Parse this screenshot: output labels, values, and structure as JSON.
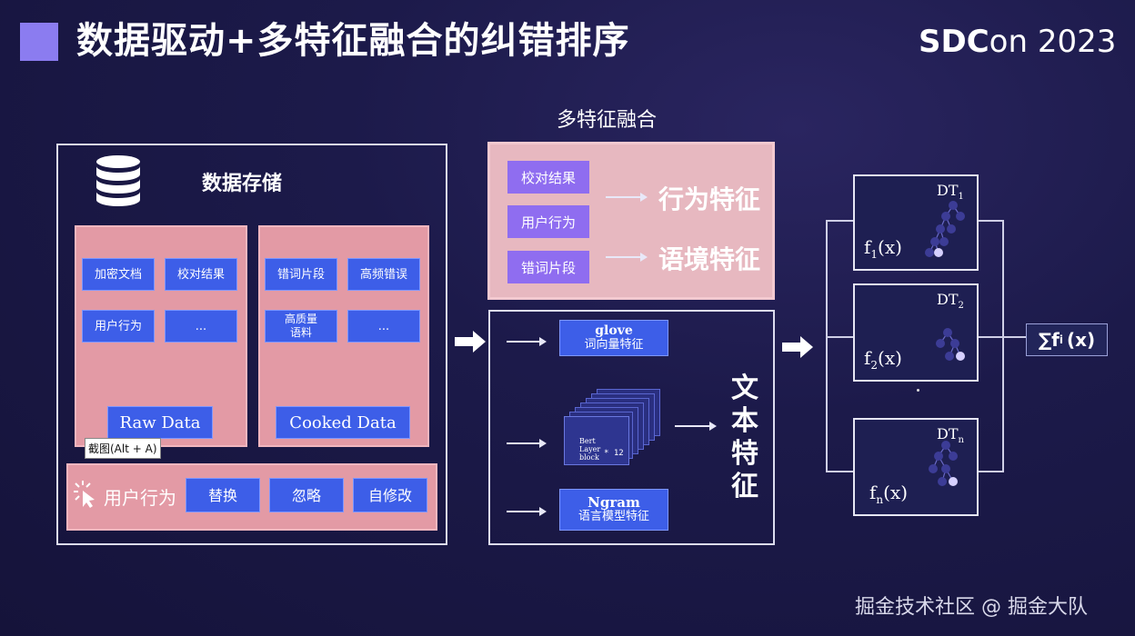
{
  "header": {
    "title": "数据驱动+多特征融合的纠错排序",
    "conference_bold": "SDC",
    "conference_rest": "on 2023"
  },
  "storage": {
    "title": "数据存储",
    "raw": {
      "items": [
        "加密文档",
        "校对结果",
        "用户行为",
        "..."
      ],
      "label": "Raw Data"
    },
    "cooked": {
      "items": [
        "错词片段",
        "高频错误",
        "高质量\n语料",
        "..."
      ],
      "label": "Cooked Data"
    },
    "tooltip": "截图(Alt + A)",
    "behavior": {
      "label": "用户行为",
      "actions": [
        "替换",
        "忽略",
        "自修改"
      ]
    }
  },
  "fusion": {
    "title": "多特征融合",
    "sources": [
      "校对结果",
      "用户行为",
      "错词片段"
    ],
    "features": [
      "行为特征",
      "语境特征"
    ]
  },
  "text_features": {
    "glove_line1": "glove",
    "glove_line2": "词向量特征",
    "bert_line1": "Bert",
    "bert_line2": "Layer",
    "bert_line3": "block",
    "bert_times": "* 12",
    "ngram_line1": "Ngram",
    "ngram_line2": "语言模型特征",
    "side_label": [
      "文",
      "本",
      "特",
      "征"
    ]
  },
  "trees": [
    {
      "name": "DT",
      "sub": "1",
      "fn": "f",
      "fn_sub": "1",
      "fn_arg": "(x)"
    },
    {
      "name": "DT",
      "sub": "2",
      "fn": "f",
      "fn_sub": "2",
      "fn_arg": "(x)"
    },
    {
      "name": "DT",
      "sub": "n",
      "fn": "f",
      "fn_sub": "n",
      "fn_arg": "(x)"
    }
  ],
  "sum": {
    "symbol": "∑f",
    "sub": "i",
    "arg": "(x)"
  },
  "footer": "掘金技术社区 @ 掘金大队",
  "colors": {
    "accent": "#8b7cf0",
    "pink": "#e39aa5",
    "blue": "#3d5ee8",
    "purple": "#8f6df0"
  }
}
